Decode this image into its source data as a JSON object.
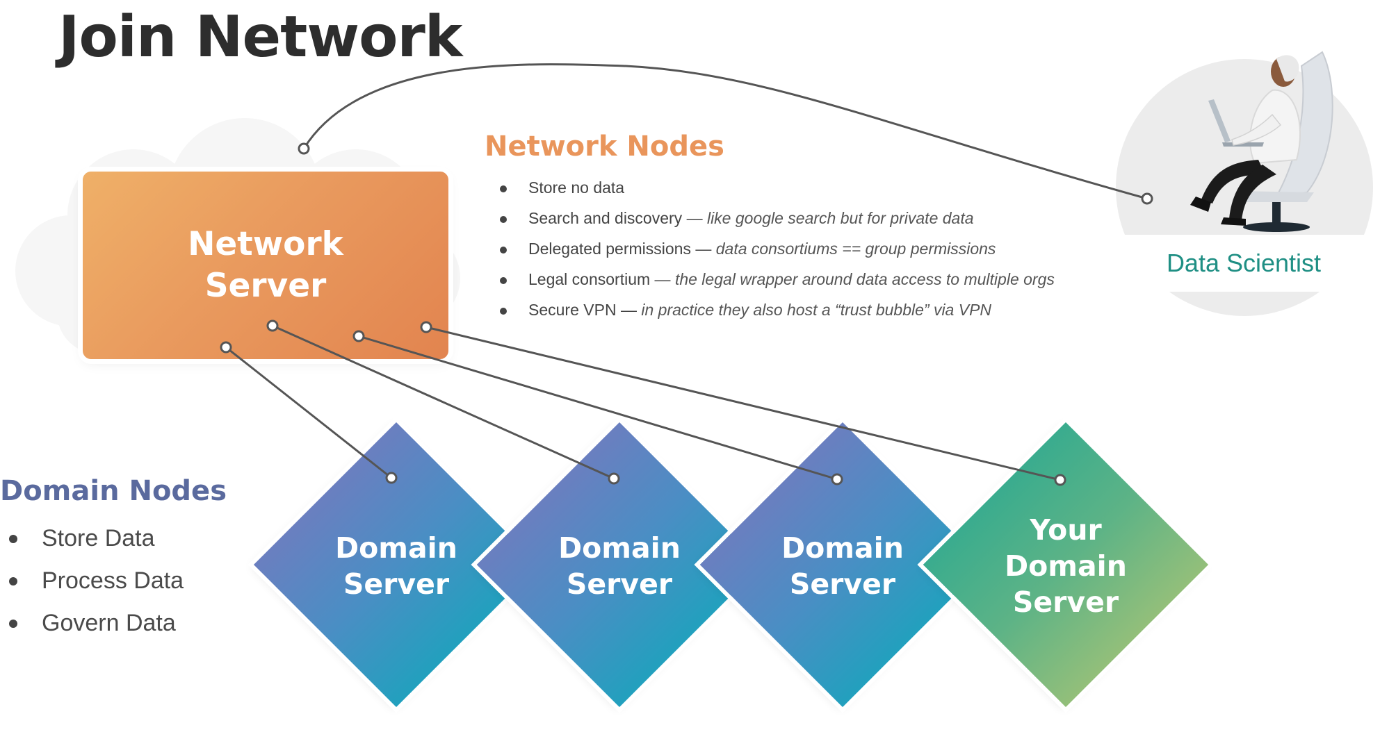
{
  "title": "Join Network",
  "network_server": {
    "line1": "Network",
    "line2": "Server"
  },
  "network_nodes": {
    "heading": "Network Nodes",
    "items": [
      {
        "label": "Store no data",
        "desc": ""
      },
      {
        "label": "Search and discovery — ",
        "desc": "like google search but for private data"
      },
      {
        "label": "Delegated permissions — ",
        "desc": "data consortiums == group permissions"
      },
      {
        "label": "Legal consortium — ",
        "desc": "the legal wrapper around data access to multiple orgs"
      },
      {
        "label": "Secure VPN —  ",
        "desc": "in practice they also host a “trust bubble” via VPN"
      }
    ]
  },
  "domain_nodes": {
    "heading": "Domain Nodes",
    "items": [
      "Store Data",
      "Process Data",
      "Govern Data"
    ]
  },
  "domain_servers": [
    {
      "line1": "Domain",
      "line2": "Server"
    },
    {
      "line1": "Domain",
      "line2": "Server"
    },
    {
      "line1": "Domain",
      "line2": "Server"
    },
    {
      "line1": "Your",
      "line2": "Domain",
      "line3": "Server"
    }
  ],
  "data_scientist": {
    "label": "Data Scientist"
  },
  "colors": {
    "title": "#2d2d2d",
    "network_accent": "#e9955b",
    "domain_accent": "#5a6a9e",
    "data_scientist_accent": "#1f8f84",
    "connector": "#555555"
  },
  "icons": [
    "cloud-icon",
    "data-scientist-illustration"
  ]
}
